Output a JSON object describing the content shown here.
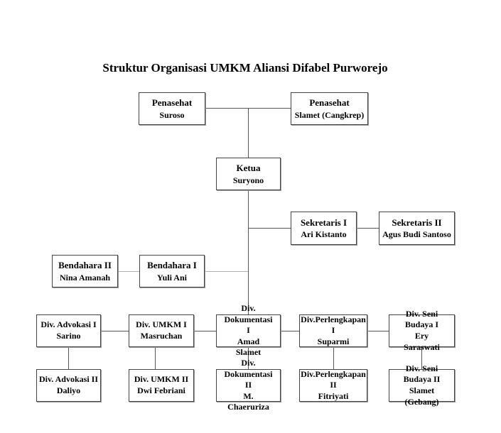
{
  "title": "Struktur Organisasi UMKM Aliansi Difabel Purworejo",
  "penasehat": [
    {
      "role": "Penasehat",
      "name": "Suroso"
    },
    {
      "role": "Penasehat",
      "name": "Slamet (Cangkrep)"
    }
  ],
  "ketua": {
    "role": "Ketua",
    "name": "Suryono"
  },
  "sekretaris": [
    {
      "role": "Sekretaris I",
      "name": "Ari Kistanto"
    },
    {
      "role": "Sekretaris II",
      "name": "Agus Budi Santoso"
    }
  ],
  "bendahara": [
    {
      "role": "Bendahara I",
      "name": "Yuli Ani"
    },
    {
      "role": "Bendahara II",
      "name": "Nina Amanah"
    }
  ],
  "divisions_row1": [
    {
      "role": "Div. Advokasi I",
      "name": "Sarino"
    },
    {
      "role": "Div. UMKM I",
      "name": "Masruchan"
    },
    {
      "role": "Div. Dokumentasi I",
      "name": "Amad Slamet"
    },
    {
      "role": "Div.Perlengkapan I",
      "name": "Suparmi"
    },
    {
      "role": "Div. Seni Budaya I",
      "name": "Ery Saraswati"
    }
  ],
  "divisions_row2": [
    {
      "role": "Div. Advokasi II",
      "name": "Daliyo"
    },
    {
      "role": "Div. UMKM II",
      "name": "Dwi Febriani"
    },
    {
      "role": "Div. Dokumentasi II",
      "name": "M. Chaeruriza"
    },
    {
      "role": "Div.Perlengkapan II",
      "name": "Fitriyati"
    },
    {
      "role": "Div. Seni Budaya II",
      "name": "Slamet (Gebang)"
    }
  ]
}
